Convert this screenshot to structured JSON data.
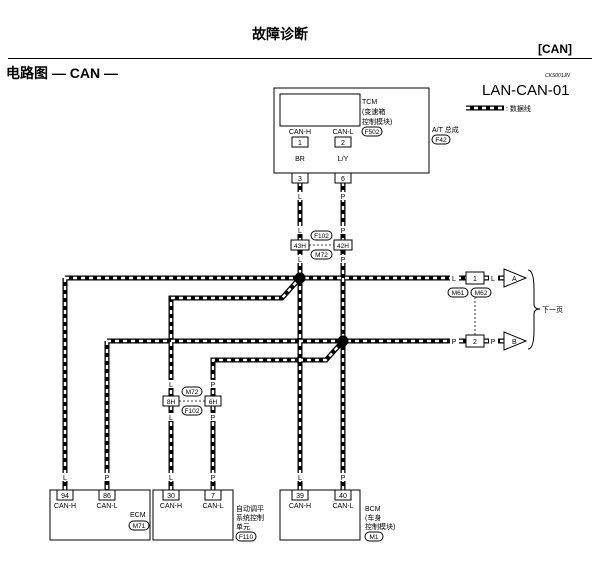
{
  "header": {
    "title": "故障诊断",
    "section": "[CAN]"
  },
  "page": {
    "title": "电路图 — CAN —",
    "figure_code": "CKS001JN",
    "diagram_id": "LAN-CAN-01"
  },
  "legend": {
    "label": ": 数据线"
  },
  "tcm": {
    "name": "TCM",
    "desc1": "(变速箱",
    "desc2": "控制模块)",
    "connector": "F502",
    "pin_h_label": "CAN-H",
    "pin_l_label": "CAN-L",
    "pin_h": "1",
    "pin_l": "2",
    "wire_h": "BR",
    "wire_l": "L/Y",
    "at_label": "A/T 总成",
    "at_connector": "F42",
    "jpin_h": "3",
    "jpin_l": "6"
  },
  "joint_top": {
    "pin_h": "43H",
    "pin_l": "42H",
    "conn1": "F102",
    "conn2": "M72"
  },
  "joint_mid": {
    "pin_h": "8H",
    "pin_l": "6H",
    "conn1": "M72",
    "conn2": "F102"
  },
  "wire_colors": {
    "h": "L",
    "l": "P"
  },
  "next_page": {
    "label": "下一页",
    "pin_a": "1",
    "pin_b": "2",
    "tag_a": "A",
    "tag_b": "B",
    "conn1": "M61",
    "conn2": "M62"
  },
  "ecm": {
    "name": "ECM",
    "connector": "M71",
    "pin_h": "94",
    "pin_l": "86",
    "h_label": "CAN-H",
    "l_label": "CAN-L"
  },
  "ac": {
    "name1": "自动调平",
    "name2": "系统控制",
    "name3": "单元",
    "connector": "F110",
    "pin_h": "30",
    "pin_l": "7",
    "h_label": "CAN-H",
    "l_label": "CAN-L"
  },
  "bcm": {
    "name": "BCM",
    "desc1": "(车身",
    "desc2": "控制模块)",
    "connector": "M1",
    "pin_h": "39",
    "pin_l": "40",
    "h_label": "CAN-H",
    "l_label": "CAN-L"
  }
}
